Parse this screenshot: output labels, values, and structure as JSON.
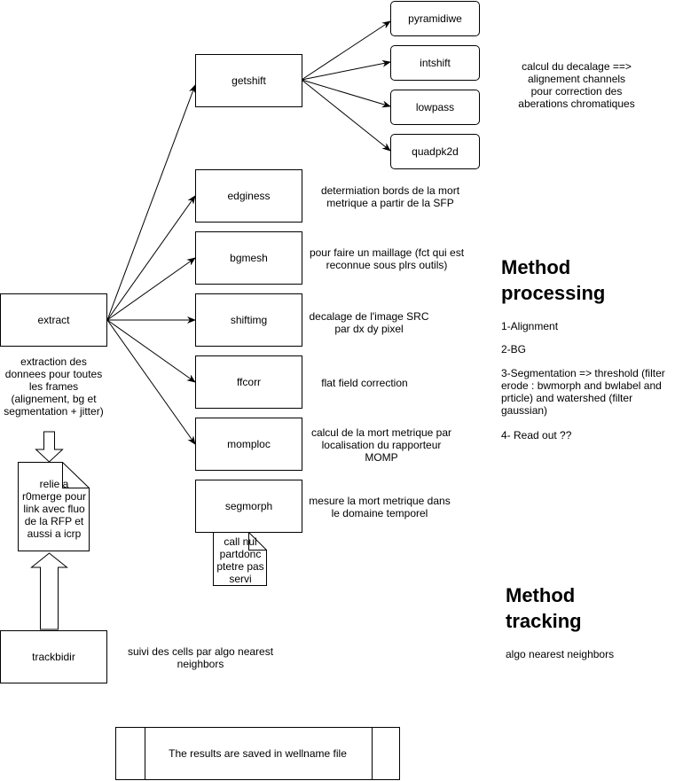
{
  "nodes": {
    "extract": "extract",
    "getshift": "getshift",
    "edginess": "edginess",
    "bgmesh": "bgmesh",
    "shiftimg": "shiftimg",
    "ffcorr": "ffcorr",
    "momploc": "momploc",
    "segmorph": "segmorph",
    "trackbidir": "trackbidir",
    "pyramidiwe": "pyramidiwe",
    "intshift": "intshift",
    "lowpass": "lowpass",
    "quadpk2d": "quadpk2d"
  },
  "descriptions": {
    "getshift": [
      "calcul du decalage ==>",
      "alignement channels",
      "pour correction des",
      "aberations chromatiques"
    ],
    "edginess": [
      "determiation bords de la mort",
      "metrique a partir de la SFP"
    ],
    "bgmesh": [
      "pour faire un maillage (fct qui est",
      "reconnue sous plrs outils)"
    ],
    "shiftimg": [
      "decalage de l'image SRC",
      "par dx dy pixel"
    ],
    "ffcorr": [
      "flat field correction"
    ],
    "momploc": [
      "calcul de la mort metrique par",
      "localisation  du rapporteur",
      "MOMP"
    ],
    "segmorph": [
      "mesure la mort metrique dans",
      "le domaine temporel"
    ],
    "extract": [
      "extraction des",
      "donnees pour toutes",
      "les frames",
      "(alignement, bg et",
      "segmentation + jitter)"
    ],
    "trackbidir": [
      "suivi des cells par algo nearest",
      "neighbors"
    ]
  },
  "notes": {
    "relie": [
      "relie a",
      "r0merge pour",
      "link avec fluo",
      "de la RFP et",
      "aussi a icrp"
    ],
    "segmorph_note": [
      "call nul",
      "partdonc",
      "ptetre pas",
      "servi"
    ]
  },
  "method_processing": {
    "title_line1": "Method",
    "title_line2": "processing",
    "item1": "1-Alignment",
    "item2": "2-BG",
    "item3": [
      "3-Segmentation => threshold (filter",
      "erode : bwmorph and bwlabel and",
      "prticle)  and watershed (filter",
      "gaussian)"
    ],
    "item4": "4- Read out ??"
  },
  "method_tracking": {
    "title_line1": "Method",
    "title_line2": "tracking",
    "item": "algo nearest neighbors"
  },
  "results": "The results are saved in wellname file"
}
